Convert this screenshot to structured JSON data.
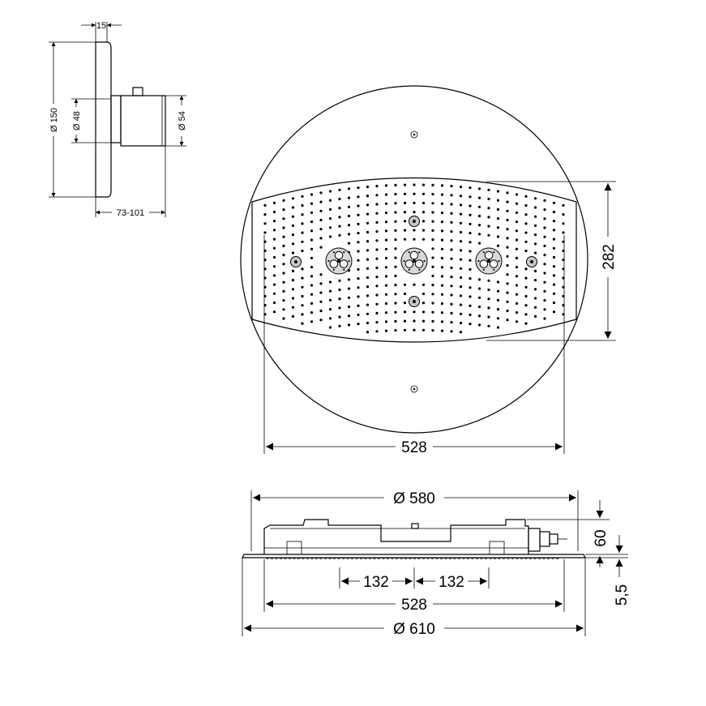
{
  "dimensions": {
    "valve_plate_thickness": "15",
    "valve_diameter": "Ø 150",
    "valve_inner_diameter": "Ø 48",
    "valve_cap_diameter": "Ø 54",
    "valve_depth": "73-101",
    "spray_height": "282",
    "spray_width": "528",
    "housing_diameter": "Ø 580",
    "housing_height": "60",
    "plate_thickness": "5,5",
    "jet_spacing_left": "132",
    "jet_spacing_right": "132",
    "side_width": "528",
    "overall_diameter": "Ø 610"
  }
}
